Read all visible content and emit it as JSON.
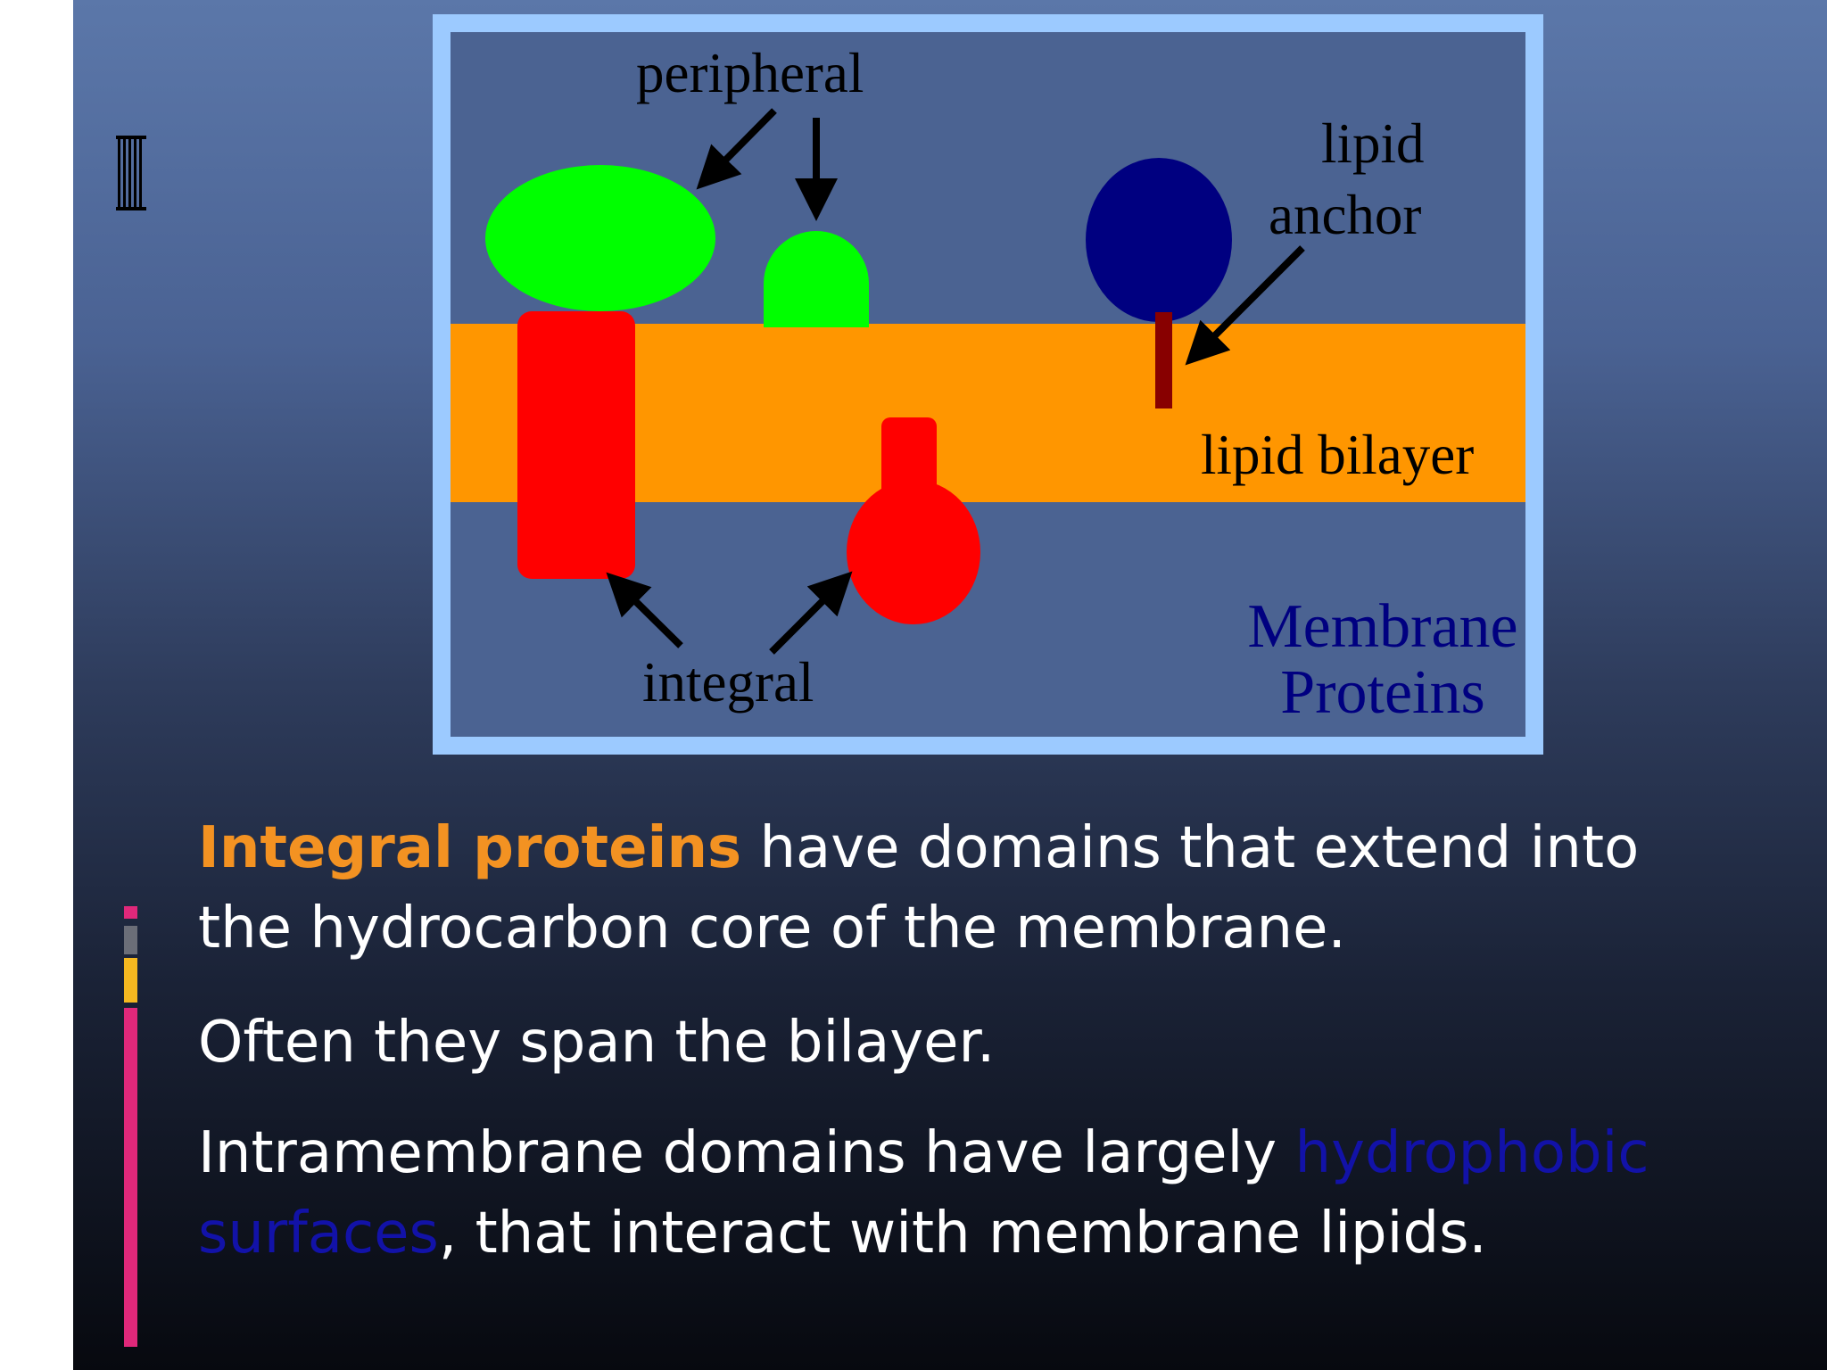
{
  "colors": {
    "slide_bg_top": "#5b77a9",
    "slide_bg_bottom": "#07090f",
    "figure_frame": "#9ccaff",
    "figure_bg": "#4b6392",
    "bilayer": "#ff9600",
    "integral_protein": "#ff0000",
    "peripheral_protein": "#00ff00",
    "anchored_protein": "#000080",
    "lipid_anchor": "#880000",
    "accent_orange": "#f39222",
    "accent_blue": "#1212a8",
    "deco_pink": "#e0287a",
    "deco_gray": "#6b6e78",
    "deco_yellow": "#f5b820"
  },
  "figure": {
    "label_peripheral": "peripheral",
    "label_lipid": "lipid",
    "label_anchor": "anchor",
    "label_bilayer": "lipid bilayer",
    "label_integral": "integral",
    "title_line1": "Membrane",
    "title_line2": "Proteins"
  },
  "body": {
    "p1_highlight": "Integral proteins",
    "p1_rest": " have domains that extend into the hydrocarbon core of the membrane.",
    "p2": "Often they span the bilayer.",
    "p3_start": "Intramembrane domains have largely ",
    "p3_highlight": "hydrophobic surfaces",
    "p3_end": ", that interact with membrane lipids."
  }
}
